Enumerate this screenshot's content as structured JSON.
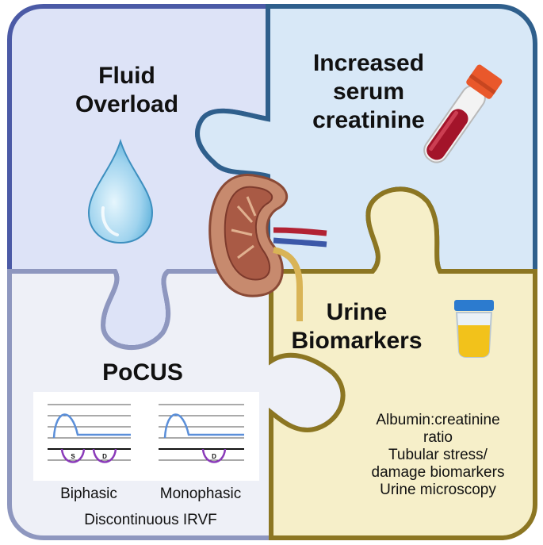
{
  "pieces": {
    "fluid_overload": {
      "title_line1": "Fluid",
      "title_line2": "Overload"
    },
    "serum_creatinine": {
      "title_line1": "Increased",
      "title_line2": "serum",
      "title_line3": "creatinine"
    },
    "urine_biomarkers": {
      "title_line1": "Urine",
      "title_line2": "Biomarkers",
      "items": [
        "Albumin:creatinine",
        "ratio",
        "Tubular stress/",
        "damage biomarkers",
        "Urine microscopy"
      ]
    },
    "pocus": {
      "title": "PoCUS",
      "wave_labels": [
        "Biphasic",
        "Monophasic"
      ],
      "caption": "Discontinuous IRVF",
      "wave_marks": {
        "s": "S",
        "d": "D"
      }
    }
  },
  "colors": {
    "fluid_fill": "#dde3f7",
    "fluid_border": "#4b5aa6",
    "creatinine_fill": "#d8e8f7",
    "creatinine_border": "#2f5f8c",
    "urine_fill": "#f6efc9",
    "urine_border": "#8c7622",
    "pocus_fill": "#eef0f7",
    "pocus_border": "#8e97bf"
  },
  "icons": [
    "water-drop-icon",
    "blood-tube-icon",
    "kidney-icon",
    "urine-cup-icon"
  ]
}
